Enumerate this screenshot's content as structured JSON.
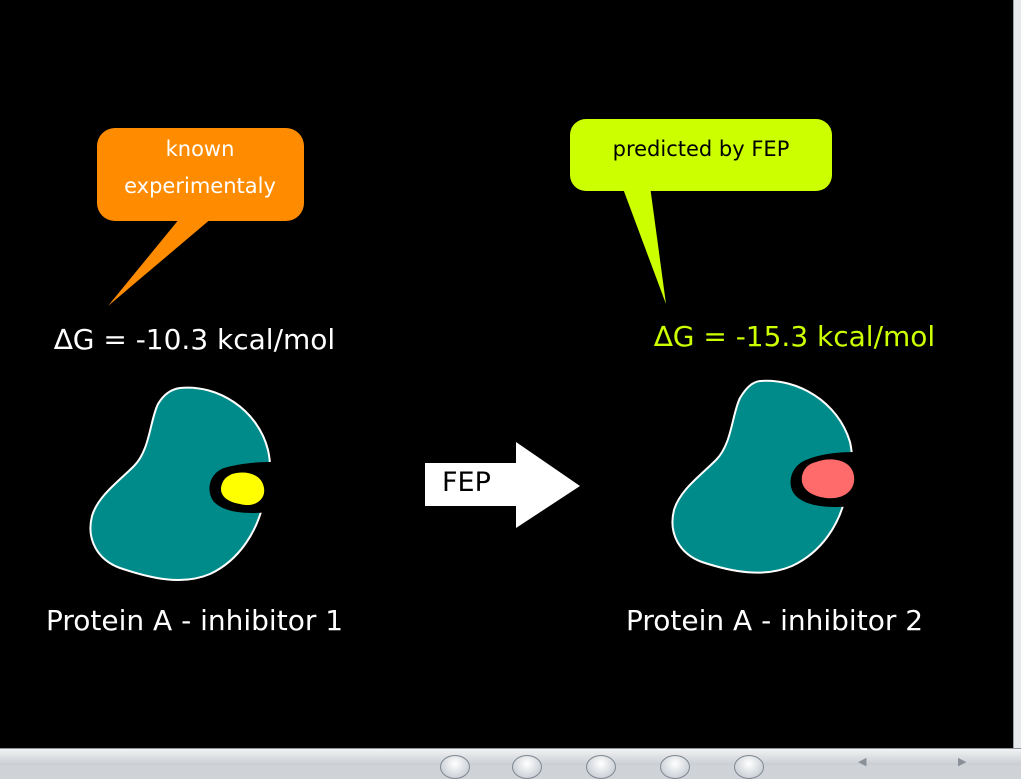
{
  "left": {
    "callout": "known experimentaly",
    "delta_g": "∆G = -10.3 kcal/mol",
    "caption": "Protein A - inhibitor 1"
  },
  "right": {
    "callout": "predicted by FEP",
    "delta_g": "∆G = -15.3 kcal/mol",
    "caption": "Protein A - inhibitor 2"
  },
  "arrow": {
    "label": "FEP"
  },
  "icons": {
    "protein_left": "protein-shape-icon",
    "protein_right": "protein-shape-icon",
    "inhibitor_left": "inhibitor-1-blob",
    "inhibitor_right": "inhibitor-2-blob"
  },
  "colors": {
    "background": "#000000",
    "protein": "#008b8b",
    "protein_outline": "#ffffff",
    "known_callout": "#ff8c00",
    "fep_callout": "#ccff00",
    "inhibitor_1": "#ffff00",
    "inhibitor_2": "#ff6b6b",
    "arrow": "#ffffff"
  }
}
